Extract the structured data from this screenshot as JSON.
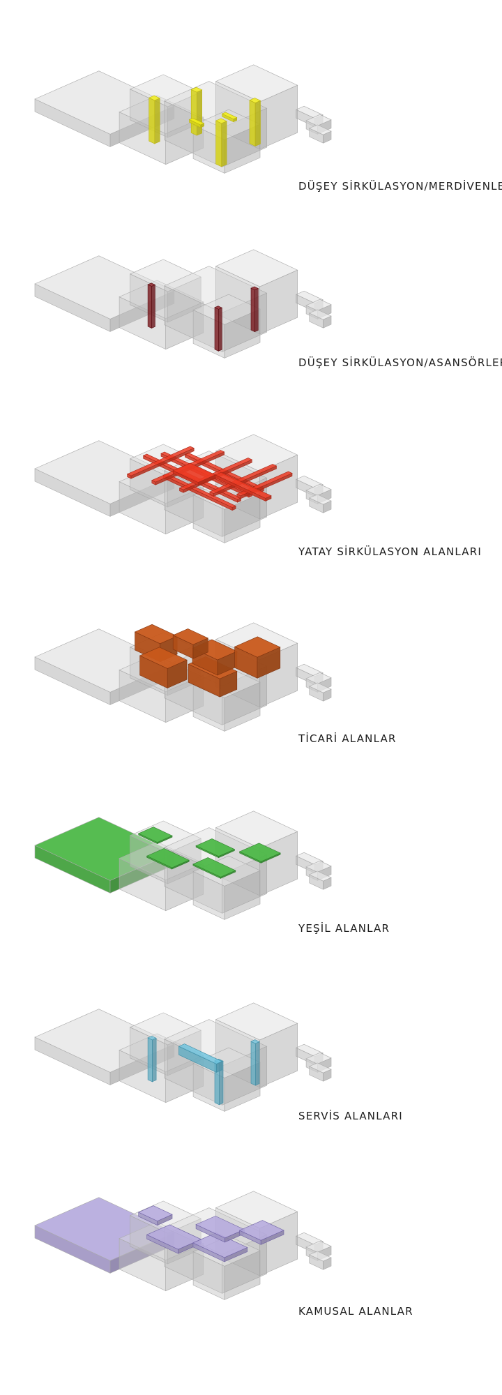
{
  "diagram": {
    "panels": [
      {
        "id": "stairs",
        "label": "DÜŞEY SİRKÜLASYON/MERDİVENLER",
        "accent": "#f2ee1a",
        "accent_name": "yellow"
      },
      {
        "id": "elevators",
        "label": "DÜŞEY SİRKÜLASYON/ASANSÖRLER",
        "accent": "#8c1c22",
        "accent_name": "dark-red"
      },
      {
        "id": "horizontal",
        "label": "YATAY SİRKÜLASYON ALANLARI",
        "accent": "#ec3b24",
        "accent_name": "red"
      },
      {
        "id": "commercial",
        "label": "TİCARİ ALANLAR",
        "accent": "#c8591b",
        "accent_name": "orange-brown"
      },
      {
        "id": "green",
        "label": "YEŞİL ALANLAR",
        "accent": "#4db848",
        "accent_name": "green"
      },
      {
        "id": "service",
        "label": "SERVİS ALANLARI",
        "accent": "#6cc3de",
        "accent_name": "light-blue"
      },
      {
        "id": "public",
        "label": "KAMUSAL ALANLAR",
        "accent": "#b4a8dd",
        "accent_name": "lavender"
      }
    ],
    "base_color": "#dcdcdc",
    "base_stroke": "#a9a9a9"
  }
}
